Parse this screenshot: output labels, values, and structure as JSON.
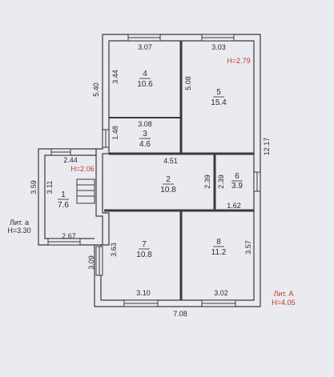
{
  "rooms": [
    {
      "num": "1",
      "area": "7.6"
    },
    {
      "num": "2",
      "area": "10.8"
    },
    {
      "num": "3",
      "area": "4.6"
    },
    {
      "num": "4",
      "area": "10.6"
    },
    {
      "num": "5",
      "area": "15.4"
    },
    {
      "num": "6",
      "area": "3.9"
    },
    {
      "num": "7",
      "area": "10.8"
    },
    {
      "num": "8",
      "area": "11.2"
    }
  ],
  "dimensions": {
    "top_left": "3.07",
    "top_right": "3.03",
    "left_height": "5.40",
    "room4_height": "3.44",
    "room5_height": "5.08",
    "room3_width": "3.08",
    "room3_height": "1.48",
    "corridor_width": "4.51",
    "right_height": "12.17",
    "room2_height": "2.39",
    "room6_height": "2.39",
    "room6_width": "1.62",
    "porch_width": "2.44",
    "porch_outer_height": "3.59",
    "porch_inner_height": "3.11",
    "porch_bottom": "2.67",
    "room8_height": "3.63",
    "lower_left_height": "3.09",
    "right_lower_height": "3.57",
    "bottom_left": "3.10",
    "bottom_right": "3.02",
    "total_width": "7.08"
  },
  "heights": {
    "room5": "H=2.79",
    "porch": "H=2.06"
  },
  "labels": {
    "lit_a_title": "Лит. а",
    "lit_a_height": "H=3.30",
    "lit_A_title": "Лит. А",
    "lit_A_height": "H=4.05"
  }
}
